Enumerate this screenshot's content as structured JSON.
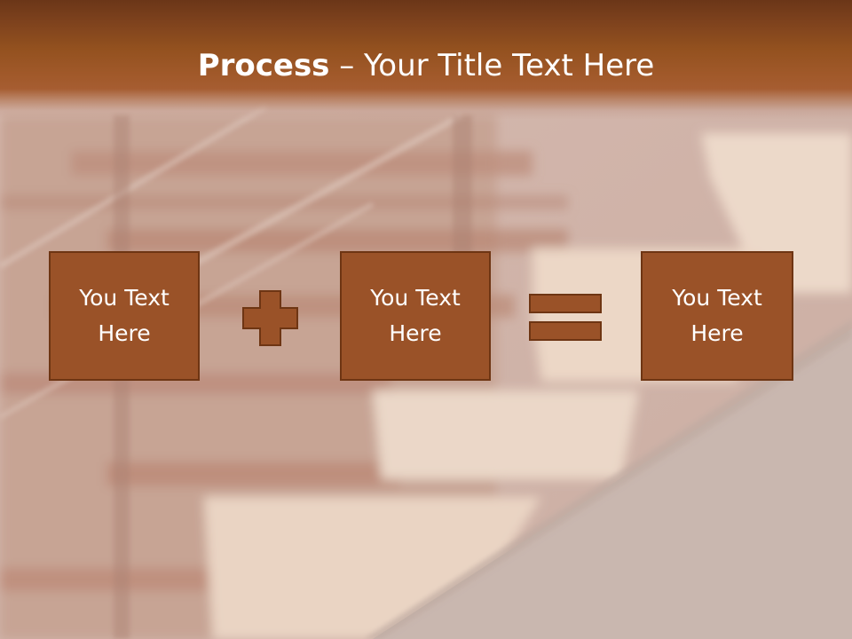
{
  "slide": {
    "title_bold": "Process",
    "title_rest": " – Your Title Text Here",
    "boxes": [
      {
        "text": "You Text Here"
      },
      {
        "text": "You Text Here"
      },
      {
        "text": "You Text Here"
      }
    ],
    "operators": [
      "plus-icon",
      "equals-icon"
    ]
  },
  "colors": {
    "title_band": "#a65d31",
    "box_fill": "#9a5228",
    "box_border": "#6e3513",
    "operator_fill": "#9a5228"
  }
}
